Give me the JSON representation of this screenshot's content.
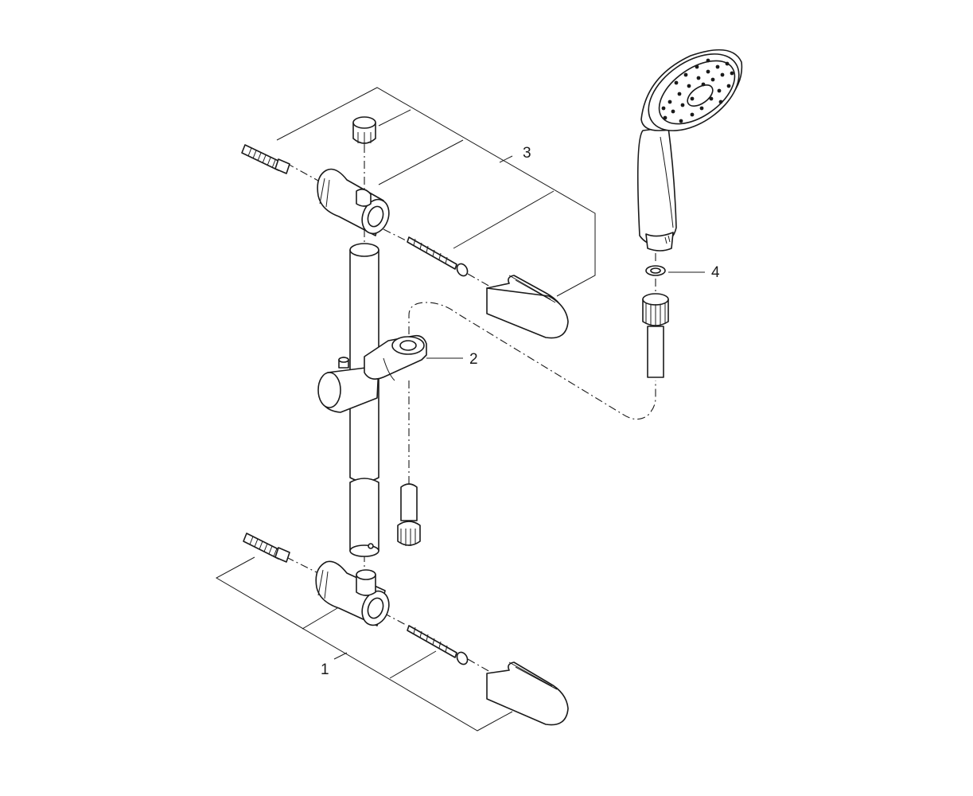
{
  "diagram": {
    "callouts": [
      {
        "id": "callout-1",
        "label": "1"
      },
      {
        "id": "callout-2",
        "label": "2"
      },
      {
        "id": "callout-3",
        "label": "3"
      },
      {
        "id": "callout-4",
        "label": "4"
      }
    ],
    "line_color": "#1a1a1a",
    "background": "#ffffff"
  }
}
